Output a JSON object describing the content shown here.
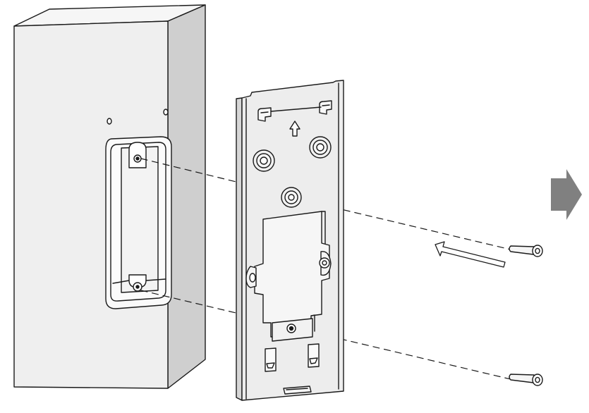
{
  "diagram": {
    "kind": "exploded installation illustration",
    "components": [
      {
        "id": "wall-box",
        "icon": "electrical-box-icon"
      },
      {
        "id": "mounting-plate",
        "icon": "mounting-bracket-icon"
      },
      {
        "id": "screw-top",
        "icon": "screw-icon"
      },
      {
        "id": "screw-bottom",
        "icon": "screw-icon"
      },
      {
        "id": "insert-direction",
        "icon": "arrow-left-icon"
      },
      {
        "id": "up-indicator",
        "icon": "arrow-up-icon"
      },
      {
        "id": "next-step",
        "icon": "arrow-right-icon"
      }
    ],
    "colors": {
      "box_front": "#efefef",
      "box_top": "#f6f6f6",
      "box_side": "#cfcfcf",
      "plate": "#ededed",
      "plate_side": "#d6d6d6",
      "next_arrow": "#808080",
      "line": "#1a1a1a"
    }
  }
}
